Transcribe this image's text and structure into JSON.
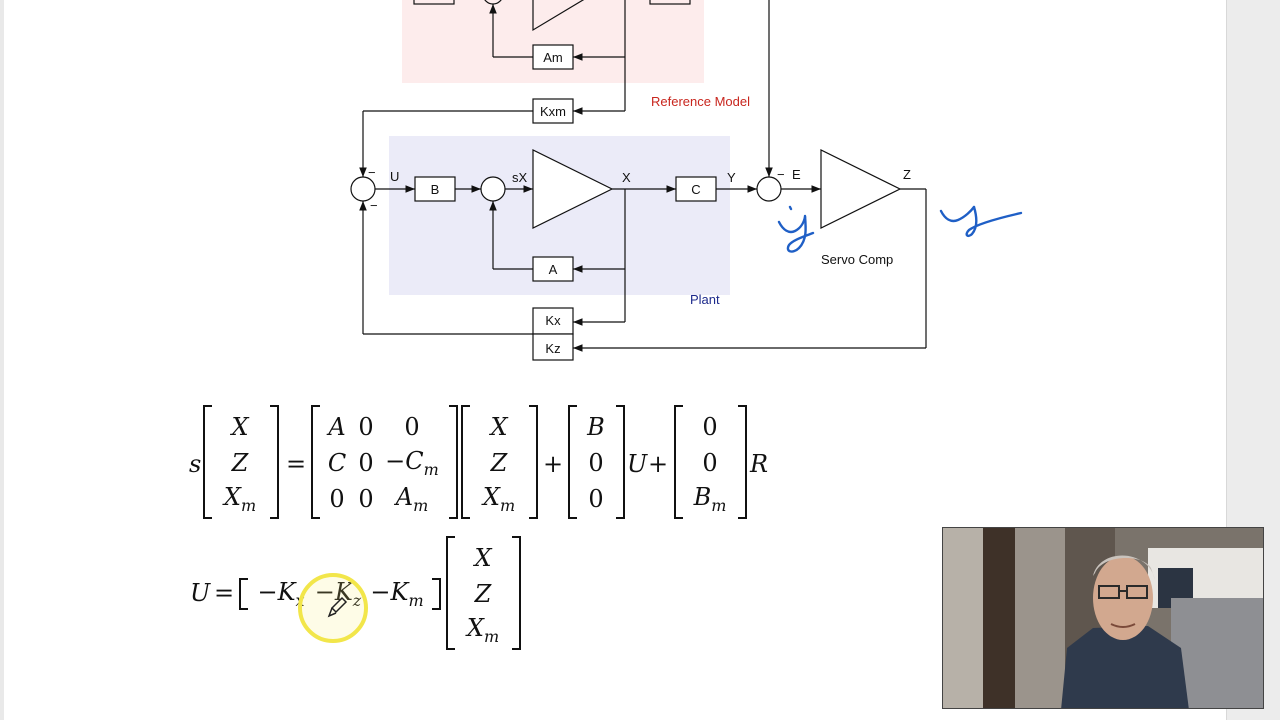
{
  "diagram": {
    "reference_model_label": "Reference Model",
    "plant_label": "Plant",
    "servo_comp_label": "Servo Comp",
    "blocks": {
      "am": "Am",
      "kxm": "Kxm",
      "b": "B",
      "c": "C",
      "a": "A",
      "kx": "Kx",
      "kz": "Kz"
    },
    "signals": {
      "u": "U",
      "sx": "sX",
      "x": "X",
      "y": "Y",
      "e": "E",
      "z": "Z"
    },
    "signs": {
      "minus": "−"
    },
    "colors": {
      "reference_region": "#fdecec",
      "plant_region": "#ebebf8",
      "reference_text": "#c8261e",
      "plant_text": "#1d2a8c",
      "ink": "#1f5fc6",
      "cursor": "#f2e64a"
    }
  },
  "equations": {
    "eq1": {
      "lhs_op": "s",
      "lhs_vector": [
        "X",
        "Z",
        "X_m"
      ],
      "equals": "=",
      "a_matrix": [
        [
          "A",
          "0",
          "0"
        ],
        [
          "C",
          "0",
          "−C_m"
        ],
        [
          "0",
          "0",
          "A_m"
        ]
      ],
      "state_vector": [
        "X",
        "Z",
        "X_m"
      ],
      "plus1": "+",
      "b_vector": [
        "B",
        "0",
        "0"
      ],
      "u": "U",
      "plus2": "+",
      "r_vector": [
        "0",
        "0",
        "B_m"
      ],
      "r": "R"
    },
    "eq2": {
      "lhs": "U",
      "equals": "=",
      "gains": [
        "−K_x",
        "−K_z",
        "−K_m"
      ],
      "state_vector": [
        "X",
        "Z",
        "X_m"
      ]
    }
  }
}
